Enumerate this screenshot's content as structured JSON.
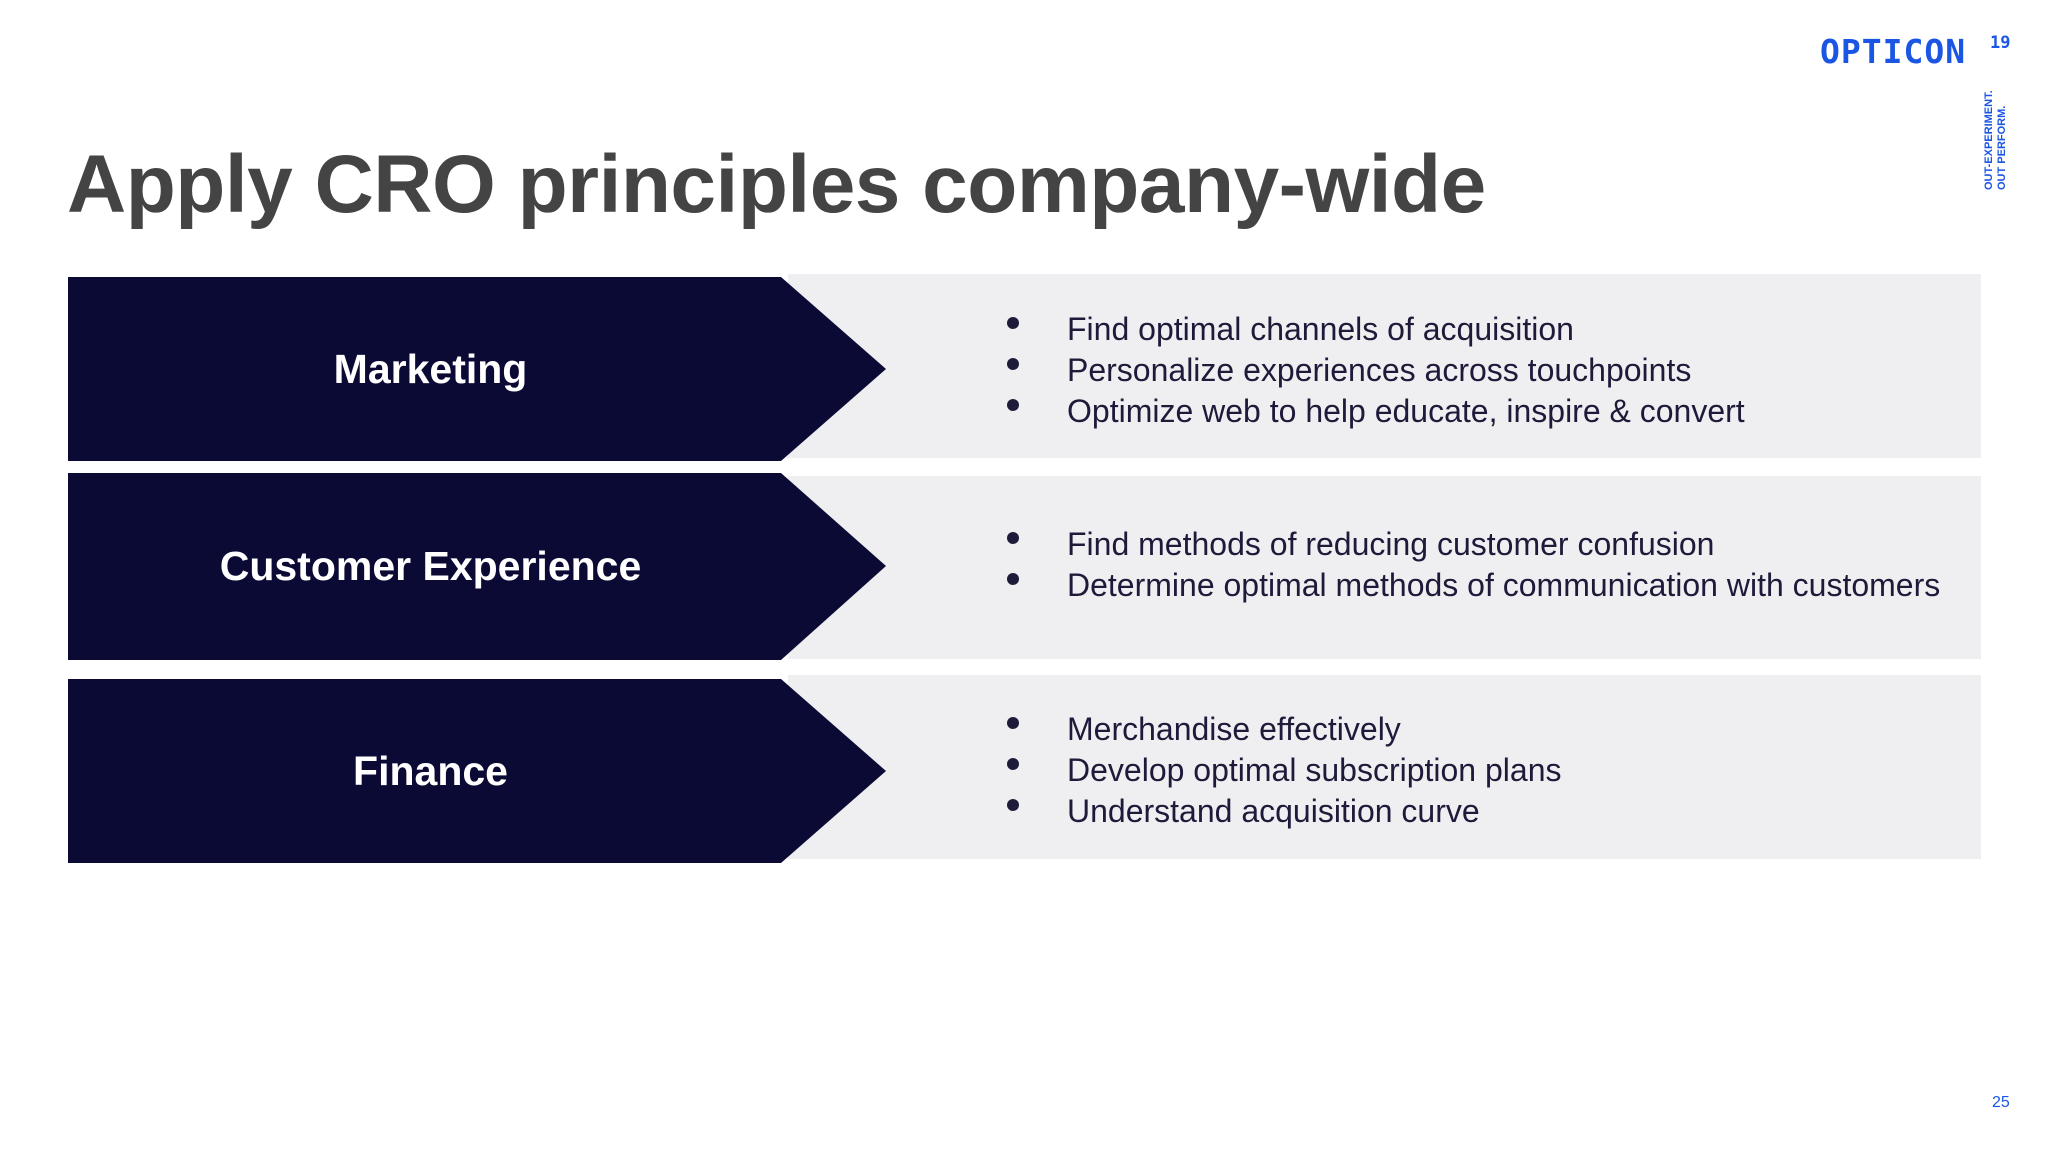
{
  "slide": {
    "title": "Apply CRO principles company-wide",
    "page_number": "25"
  },
  "logo": {
    "name": "OPTICON",
    "year": "19",
    "tagline_1": "OUT-EXPERIMENT.",
    "tagline_2": "OUT PERFORM.",
    "color": "#1a55e3"
  },
  "rows": [
    {
      "label": "Marketing",
      "bullets": [
        "Find optimal channels of acquisition",
        "Personalize experiences across touchpoints",
        "Optimize web to help educate, inspire & convert"
      ]
    },
    {
      "label": "Customer Experience",
      "bullets": [
        "Find methods of reducing customer confusion",
        "Determine optimal methods of communication with customers"
      ]
    },
    {
      "label": "Finance",
      "bullets": [
        "Merchandise effectively",
        "Develop optimal subscription plans",
        "Understand acquisition curve"
      ]
    }
  ],
  "colors": {
    "chevron": "#0b0a35",
    "panel": "#efeff1",
    "title": "#444444",
    "bullet_text": "#1e1b3a"
  }
}
